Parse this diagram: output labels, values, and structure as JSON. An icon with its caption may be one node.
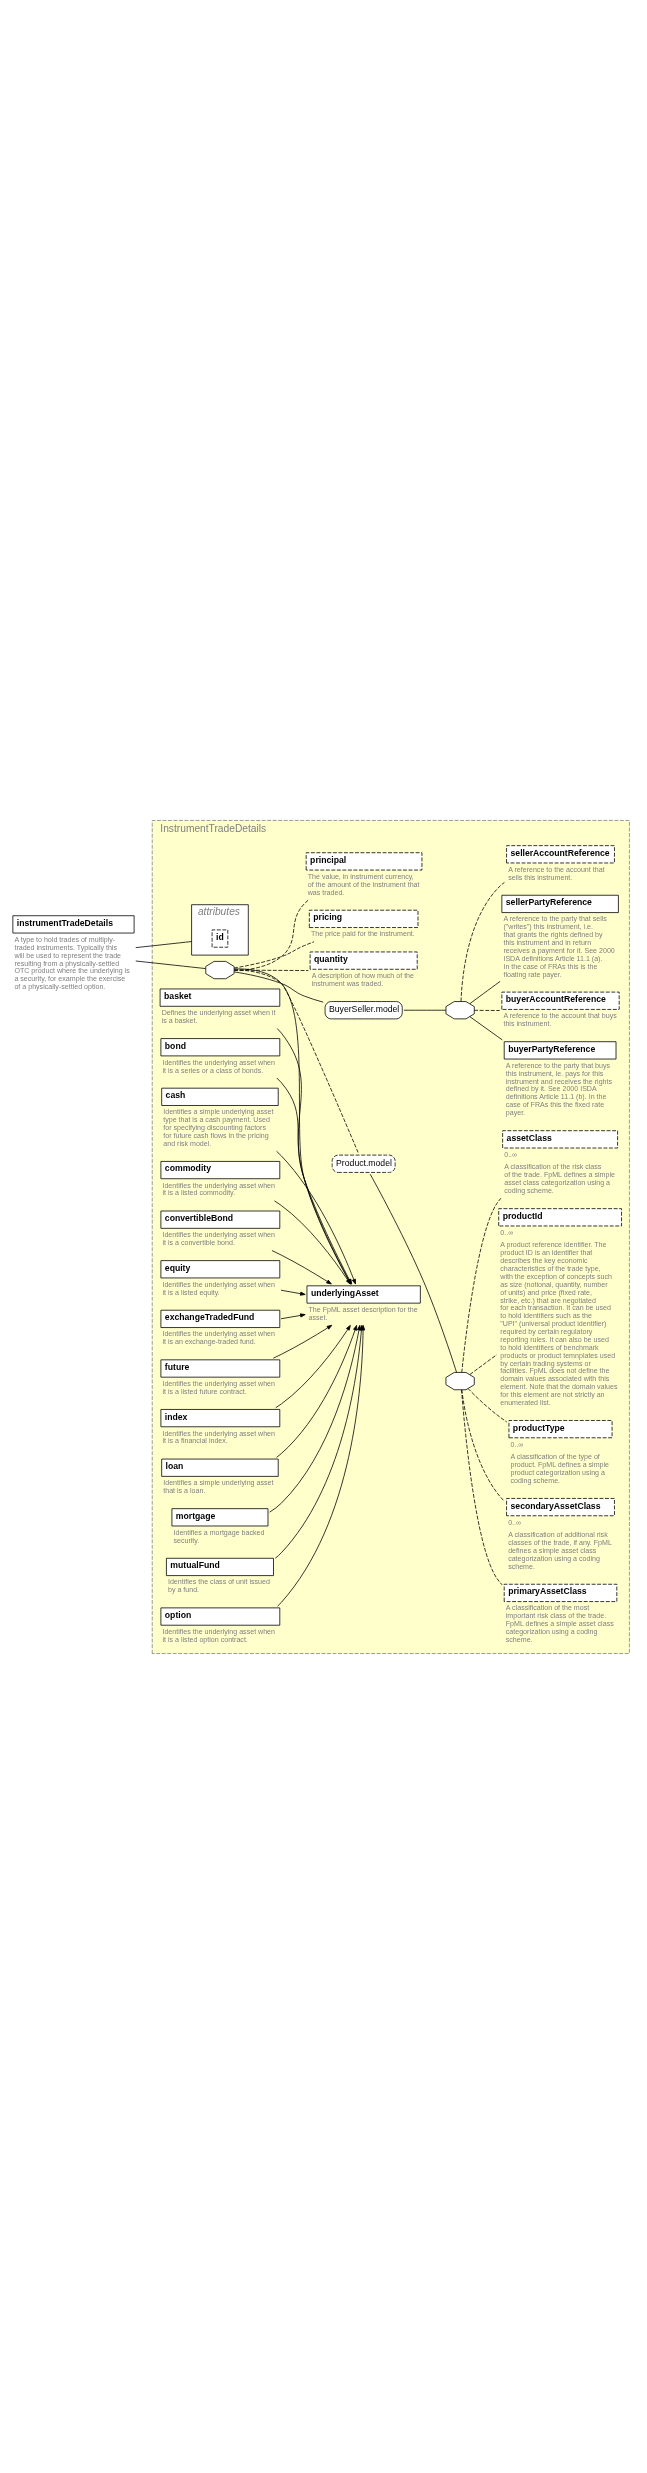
{
  "diagram": {
    "nodes": [
      {
        "text": [
          "instrumentTradeDetails"
        ],
        "beside": [
          "A type to hold trades of multiply-traded instruments. Typically this will be used to represent the trade resulting from a physically-settled OTC product where the underlying is a security, for example the exercise of a physically-settled option."
        ]
      },
      {
        "text": [
          "InstrumentTradeDetails"
        ]
      },
      {
        "text": [
          "attributes"
        ],
        "in": 1
      },
      {
        "text": [
          "id"
        ],
        "in": 2
      },
      {
        "text": [
          "Product.model"
        ],
        "in": 1
      },
      {
        "text": [],
        "shape": "octagon",
        "in": 1
      },
      {
        "text": [
          "primaryAssetClass"
        ],
        "beside": [
          "A classification of the most important risk class of the trade. FpML defines a simple asset class categorization using a coding scheme."
        ],
        "in": 1
      },
      {
        "text": [
          "secondaryAssetClass"
        ],
        "beside": [
          "0..∞",
          "A classification of additional risk classes of the trade, if any. FpML defines a simple asset class categorization using a coding scheme."
        ],
        "in": 1
      },
      {
        "text": [
          "productType"
        ],
        "beside": [
          "0..∞",
          "A classification of the type of product. FpML defines a simple product categorization using a coding scheme."
        ],
        "in": 1
      },
      {
        "text": [
          "productId"
        ],
        "beside": [
          "0..∞",
          "A product reference identifier. The product ID is an identifier that describes the key economic characteristics of the trade type, with the exception of concepts such as size (notional, quantity, number of units) and price (fixed rate, strike, etc.) that are negotiated for each transaction. It can be used to hold identifiers such as the \"UPI\" (universal product identifier) required by certain regulatory reporting rules. It can also be used to hold identifiers of benchmark products or product temnplates used by certain trading systems or facilities. FpML does not define the domain values associated with this element. Note that the domain values for this element are not strictly an enumerated list."
        ],
        "in": 1
      },
      {
        "text": [
          "assetClass"
        ],
        "beside": [
          "0..∞",
          "A classification of the risk class of the trade. FpML defines a simple asset class categorization using a coding scheme."
        ],
        "in": 1
      },
      {
        "text": [
          "BuyerSeller.model"
        ],
        "in": 1
      },
      {
        "text": [],
        "shape": "octagon",
        "in": 1
      },
      {
        "text": [
          "buyerPartyReference"
        ],
        "beside": [
          "A reference to the party that buys this instrument, ie. pays for this instrument and receives the rights defined by it. See 2000 ISDA definitions Article 11.1 (b). In the case of FRAs this the fixed rate payer."
        ],
        "in": 1
      },
      {
        "text": [
          "buyerAccountReference"
        ],
        "beside": [
          "A reference to the account that buys this instrument."
        ],
        "in": 1
      },
      {
        "text": [
          "sellerPartyReference"
        ],
        "beside": [
          "A reference to the party that sells (\"writes\") this instrument, i.e. that grants the rights defined by this instrument and in return receives a payment for it. See 2000 ISDA definitions Article 11.1 (a). In the case of FRAs this is the floating rate payer."
        ],
        "in": 1
      },
      {
        "text": [
          "sellerAccountReference"
        ],
        "beside": [
          "A reference to the account that sells this instrument."
        ],
        "in": 1
      },
      {
        "text": [],
        "shape": "octagon",
        "in": 1
      },
      {
        "text": [
          "underlyingAsset"
        ],
        "beside": [
          "The FpML asset description for the asset."
        ],
        "in": 1
      },
      {
        "text": [
          "basket"
        ],
        "beside": [
          "Defines the underlying asset when it is a basket."
        ],
        "in": 1
      },
      {
        "text": [
          "bond"
        ],
        "beside": [
          "Identifies the underlying asset when it is a series or a class of bonds."
        ],
        "in": 1
      },
      {
        "text": [
          "cash"
        ],
        "beside": [
          "Identifies a simple underlying asset type that is a cash payment. Used for specifying discounting factors for future cash flows in the pricing and risk model."
        ],
        "in": 1
      },
      {
        "text": [
          "commodity"
        ],
        "beside": [
          "Identifies the underlying asset when it is a listed commodity."
        ],
        "in": 1
      },
      {
        "text": [
          "convertibleBond"
        ],
        "beside": [
          "Identifies the underlying asset when it is a convertible bond."
        ],
        "in": 1
      },
      {
        "text": [
          "equity"
        ],
        "beside": [
          "Identifies the underlying asset when it is a listed equity."
        ],
        "in": 1
      },
      {
        "text": [
          "exchangeTradedFund"
        ],
        "beside": [
          "Identifies the underlying asset when it is an exchange-traded fund."
        ],
        "in": 1
      },
      {
        "text": [
          "future"
        ],
        "beside": [
          "Identifies the underlying asset when it is a listed future contract."
        ],
        "in": 1
      },
      {
        "text": [
          "index"
        ],
        "beside": [
          "Identifies the underlying asset when it is a financial index."
        ],
        "in": 1
      },
      {
        "text": [
          "loan"
        ],
        "beside": [
          "Identifies a simple underlying asset that is a loan."
        ],
        "in": 1
      },
      {
        "text": [
          "mortgage"
        ],
        "beside": [
          "Identifies a mortgage backed security."
        ],
        "in": 1
      },
      {
        "text": [
          "mutualFund"
        ],
        "beside": [
          "Identifies the class of unit issued by a fund."
        ],
        "in": 1
      },
      {
        "text": [
          "option"
        ],
        "beside": [
          "Identifies the underlying asset when it is a listed option contract."
        ],
        "in": 1
      },
      {
        "text": [
          "quantity"
        ],
        "beside": [
          "A description of how much of the instrument was traded."
        ],
        "in": 1
      },
      {
        "text": [
          "pricing"
        ],
        "beside": [
          "The price paid for the instrument."
        ],
        "in": 1
      },
      {
        "text": [
          "principal"
        ],
        "beside": [
          "The value, in instrument currency, of the amount of the instrument that was traded."
        ],
        "in": 1
      }
    ],
    "edges": [
      {
        "from": 0,
        "to": 2,
        "arrow": "none"
      },
      {
        "from": 0,
        "to": 17,
        "arrow": "none"
      },
      {
        "from": 17,
        "to": 4,
        "arrow": "none",
        "style": "dashed"
      },
      {
        "from": 4,
        "to": 5,
        "arrow": "none"
      },
      {
        "from": 5,
        "to": 6,
        "arrow": "none",
        "style": "dashed"
      },
      {
        "from": 5,
        "to": 7,
        "arrow": "none",
        "style": "dashed"
      },
      {
        "from": 5,
        "to": 8,
        "arrow": "none",
        "style": "dashed"
      },
      {
        "from": 5,
        "to": 9,
        "arrow": "none",
        "style": "dashed"
      },
      {
        "from": 5,
        "to": 10,
        "arrow": "none",
        "style": "dashed"
      },
      {
        "from": 17,
        "to": 11,
        "arrow": "none"
      },
      {
        "from": 11,
        "to": 12,
        "arrow": "none"
      },
      {
        "from": 12,
        "to": 13,
        "arrow": "none"
      },
      {
        "from": 12,
        "to": 14,
        "arrow": "none",
        "style": "dashed"
      },
      {
        "from": 12,
        "to": 15,
        "arrow": "none"
      },
      {
        "from": 12,
        "to": 16,
        "arrow": "none",
        "style": "dashed"
      },
      {
        "from": 17,
        "to": 18,
        "arrow": "none"
      },
      {
        "from": 19,
        "to": 18,
        "arrow": "to"
      },
      {
        "from": 20,
        "to": 18,
        "arrow": "to"
      },
      {
        "from": 21,
        "to": 18,
        "arrow": "to"
      },
      {
        "from": 22,
        "to": 18,
        "arrow": "to"
      },
      {
        "from": 23,
        "to": 18,
        "arrow": "to"
      },
      {
        "from": 24,
        "to": 18,
        "arrow": "to"
      },
      {
        "from": 25,
        "to": 18,
        "arrow": "to"
      },
      {
        "from": 26,
        "to": 18,
        "arrow": "to"
      },
      {
        "from": 27,
        "to": 18,
        "arrow": "to"
      },
      {
        "from": 28,
        "to": 18,
        "arrow": "to"
      },
      {
        "from": 29,
        "to": 18,
        "arrow": "to"
      },
      {
        "from": 30,
        "to": 18,
        "arrow": "to"
      },
      {
        "from": 31,
        "to": 18,
        "arrow": "to"
      },
      {
        "from": 17,
        "to": 32,
        "arrow": "none",
        "style": "dashed"
      },
      {
        "from": 17,
        "to": 33,
        "arrow": "none",
        "style": "dashed"
      },
      {
        "from": 17,
        "to": 34,
        "arrow": "none",
        "style": "dashed"
      }
    ]
  }
}
